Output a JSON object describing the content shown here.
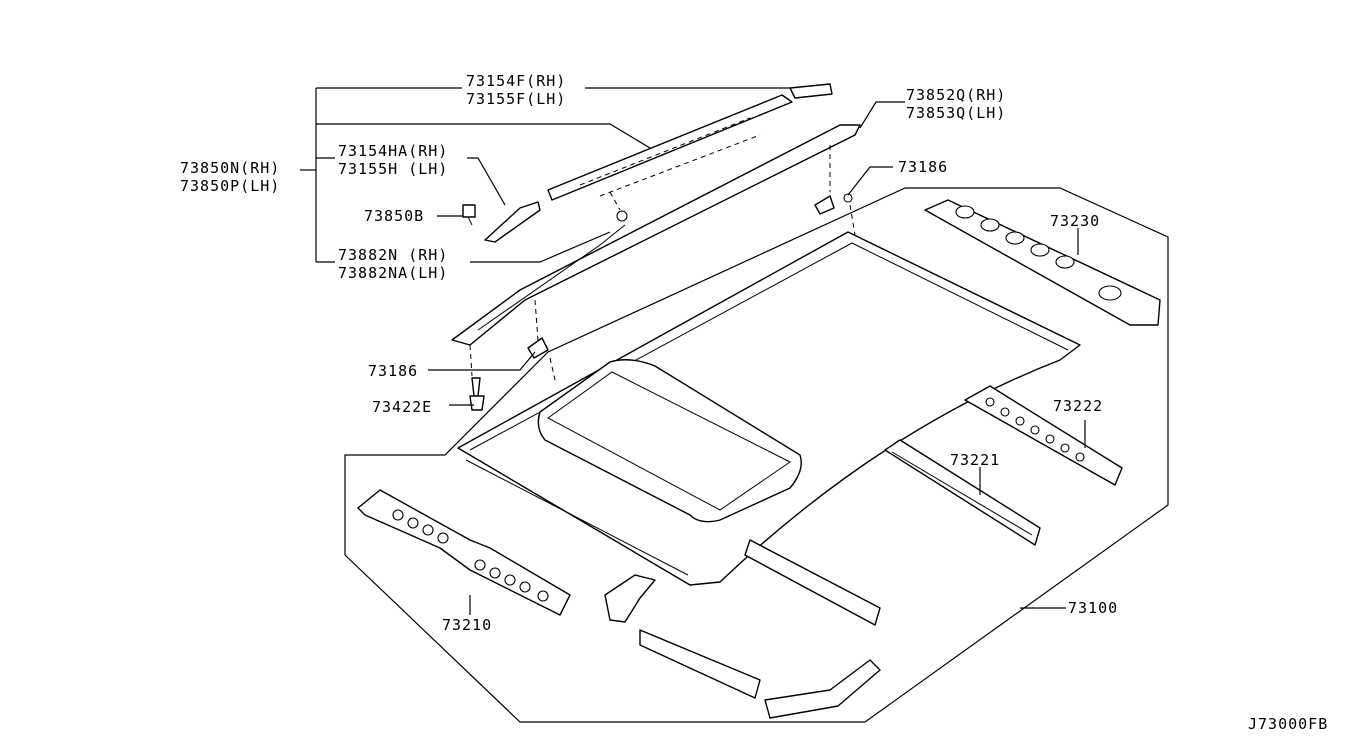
{
  "labels": {
    "p73154F": "73154F(RH)",
    "p73155F": "73155F(LH)",
    "p73852Q": "73852Q(RH)",
    "p73853Q": "73853Q(LH)",
    "p73850N": "73850N(RH)",
    "p73850P": "73850P(LH)",
    "p73154HA": "73154HA(RH)",
    "p73155H": "73155H (LH)",
    "p73850B": "73850B",
    "p73882N": "73882N (RH)",
    "p73882NA": "73882NA(LH)",
    "p73186_top": "73186",
    "p73186_left": "73186",
    "p73230": "73230",
    "p73422E": "73422E",
    "p73222": "73222",
    "p73221": "73221",
    "p73210": "73210",
    "p73100": "73100"
  },
  "diagram_code": "J73000FB"
}
